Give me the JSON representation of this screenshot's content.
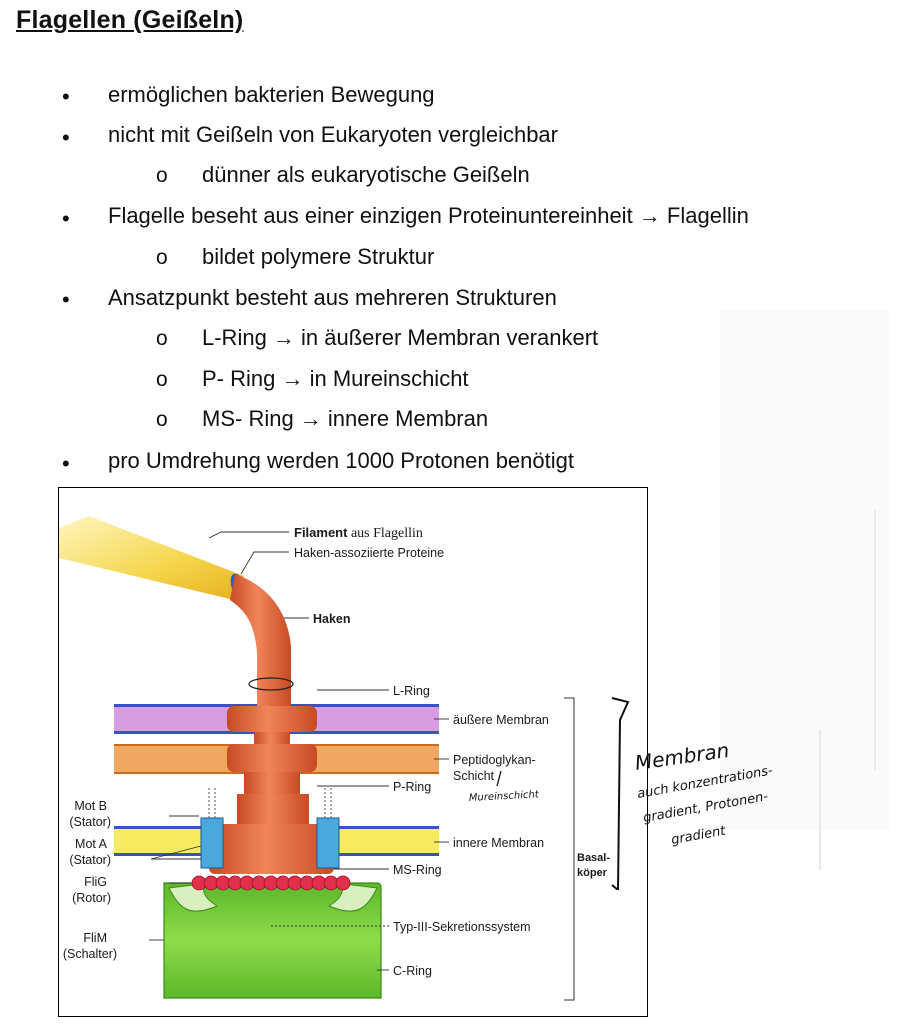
{
  "title": "Flagellen (Geißeln)",
  "bullets": [
    "ermöglichen bakterien Bewegung",
    "nicht mit Geißeln von Eukaryoten vergleichbar",
    "dünner als eukaryotische Geißeln",
    "Flagelle beseht aus einer einzigen Proteinuntereinheit → Flagellin",
    "bildet polymere Struktur",
    "Ansatzpunkt besteht aus mehreren Strukturen",
    "L-Ring → in äußerer Membran verankert",
    "P- Ring → in Mureinschicht",
    "MS- Ring → innere Membran",
    "pro Umdrehung werden 1000 Protonen benötigt"
  ],
  "bullet_symbol": "•",
  "sub_bullet_symbol": "o",
  "figure": {
    "labels": {
      "filament_bold": "Filament",
      "filament_rest": " aus Flagellin",
      "haken_assoz": "Haken-assoziierte Proteine",
      "haken": "Haken",
      "l_ring": "L-Ring",
      "aeussere_membran": "äußere Membran",
      "peptido1": "Peptidoglykan-",
      "peptido2": "Schicht",
      "p_ring": "P-Ring",
      "innere_membran": "innere Membran",
      "ms_ring": "MS-Ring",
      "typ3": "Typ-III-Sekretionssystem",
      "c_ring": "C-Ring",
      "basal1": "Basal-",
      "basal2": "köper",
      "motb1": "Mot B",
      "motb2": "(Stator)",
      "mota1": "Mot A",
      "mota2": "(Stator)",
      "flig1": "FliG",
      "flig2": "(Rotor)",
      "flim1": "FliM",
      "flim2": "(Schalter)"
    },
    "handwritten": {
      "mureinschicht": "Mureinschicht",
      "membran": "Membran",
      "line2": "auch konzentrations-",
      "line3": "gradient, Protonen-",
      "line4": "gradient"
    },
    "colors": {
      "filament": "#f5d54a",
      "hook": "#e2693a",
      "outer_membrane": "#d69ee0",
      "peptidoglycan": "#f0a860",
      "inner_membrane": "#f6ea60",
      "c_ring": "#7ccf3c",
      "flig_beads": "#e0304a",
      "stator": "#4aa8dc"
    }
  }
}
